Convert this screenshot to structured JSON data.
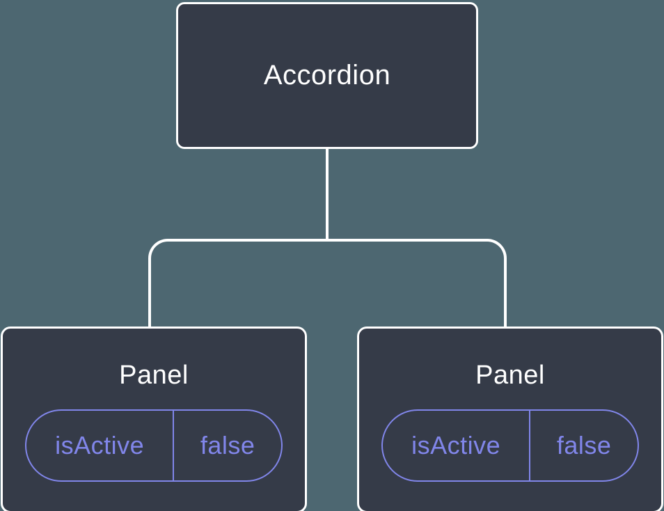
{
  "colors": {
    "background": "#4d6771",
    "node_fill": "#353b48",
    "node_border": "#ffffff",
    "connector": "#ffffff",
    "node_text": "#ffffff",
    "state_accent": "#8186ea"
  },
  "diagram": {
    "root": {
      "label": "Accordion"
    },
    "children": [
      {
        "label": "Panel",
        "state": {
          "name": "isActive",
          "value": "false"
        }
      },
      {
        "label": "Panel",
        "state": {
          "name": "isActive",
          "value": "false"
        }
      }
    ]
  }
}
